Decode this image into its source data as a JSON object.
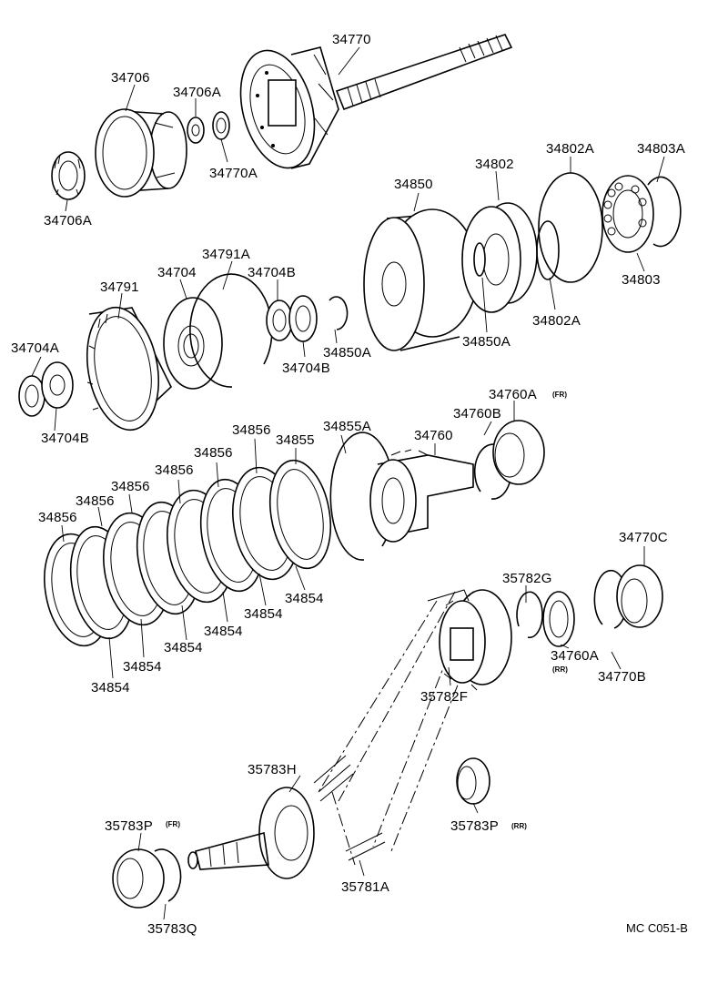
{
  "diagram": {
    "drawing_code": "MC C051-B",
    "labels": {
      "p34770": "34770",
      "p34706": "34706",
      "p34706A_top": "34706A",
      "p34770A": "34770A",
      "p34706A_bottom": "34706A",
      "p34850": "34850",
      "p34802": "34802",
      "p34802A_top": "34802A",
      "p34803A": "34803A",
      "p34803": "34803",
      "p34802A_bottom": "34802A",
      "p34850A_right": "34850A",
      "p34791A": "34791A",
      "p34704": "34704",
      "p34704B_top": "34704B",
      "p34791": "34791",
      "p34850A_left": "34850A",
      "p34704B_mid": "34704B",
      "p34704A_left": "34704A",
      "p34704B_bottom": "34704B",
      "p34760A_fr": "34760A",
      "p34760B": "34760B",
      "p34760": "34760",
      "p34855A": "34855A",
      "p34855": "34855",
      "p34856_1": "34856",
      "p34856_2": "34856",
      "p34856_3": "34856",
      "p34856_4": "34856",
      "p34856_5": "34856",
      "p34856_6": "34856",
      "p34770C": "34770C",
      "p35782G": "35782G",
      "p34760A_rr": "34760A",
      "p34770B": "34770B",
      "p35782F": "35782F",
      "p34854_1": "34854",
      "p34854_2": "34854",
      "p34854_3": "34854",
      "p34854_4": "34854",
      "p34854_5": "34854",
      "p34854_6": "34854",
      "p35783H": "35783H",
      "p35783P_fr": "35783P",
      "p35783P_rr": "35783P",
      "p35781A": "35781A",
      "p35783Q": "35783Q"
    },
    "qualifiers": {
      "fr_1": "(FR)",
      "rr_1": "(RR)",
      "fr_2": "(FR)",
      "rr_2": "(RR)"
    }
  }
}
